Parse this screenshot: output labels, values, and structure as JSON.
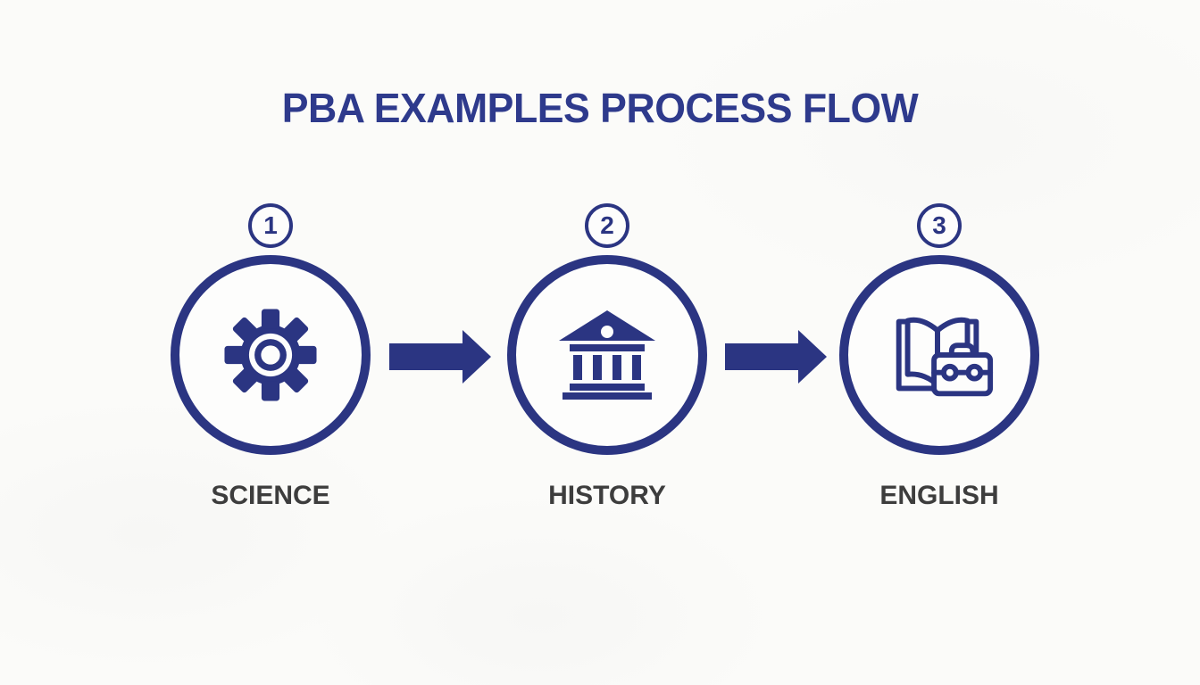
{
  "title": {
    "text": "PBA EXAMPLES PROCESS FLOW"
  },
  "colors": {
    "accent": "#2b3582",
    "titleColor": "#2e3a8c",
    "labelColor": "#3d3d3d",
    "pageBg": "#fbfbf9"
  },
  "steps": [
    {
      "number": "1",
      "label": "SCIENCE",
      "icon": "gear-icon"
    },
    {
      "number": "2",
      "label": "HISTORY",
      "icon": "bank-columns-icon"
    },
    {
      "number": "3",
      "label": "ENGLISH",
      "icon": "open-book-briefcase-icon"
    }
  ],
  "arrows": {
    "glyph": "right-arrow",
    "count": 2
  }
}
